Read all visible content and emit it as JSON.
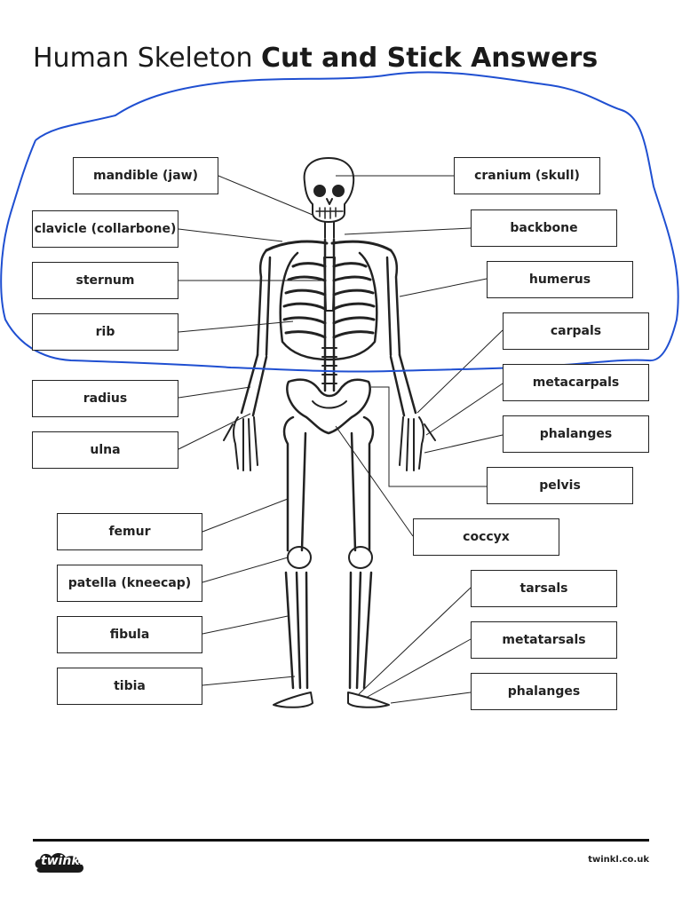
{
  "title": {
    "regular": "Human Skeleton ",
    "bold": "Cut and Stick Answers"
  },
  "labels": {
    "mandible": "mandible (jaw)",
    "clavicle": "clavicle (collarbone)",
    "sternum": "sternum",
    "rib": "rib",
    "radius": "radius",
    "ulna": "ulna",
    "femur": "femur",
    "patella": "patella (kneecap)",
    "fibula": "fibula",
    "tibia": "tibia",
    "cranium": "cranium (skull)",
    "backbone": "backbone",
    "humerus": "humerus",
    "carpals": "carpals",
    "metacarpals": "metacarpals",
    "phalanges_hand": "phalanges",
    "pelvis": "pelvis",
    "coccyx": "coccyx",
    "tarsals": "tarsals",
    "metatarsals": "metatarsals",
    "phalanges_foot": "phalanges"
  },
  "footer": {
    "logo": "twinkl",
    "site": "twinkl.co.uk"
  },
  "colors": {
    "annotation": "#1f4fd1",
    "logo": "#1a1a1a",
    "line": "#222222"
  }
}
